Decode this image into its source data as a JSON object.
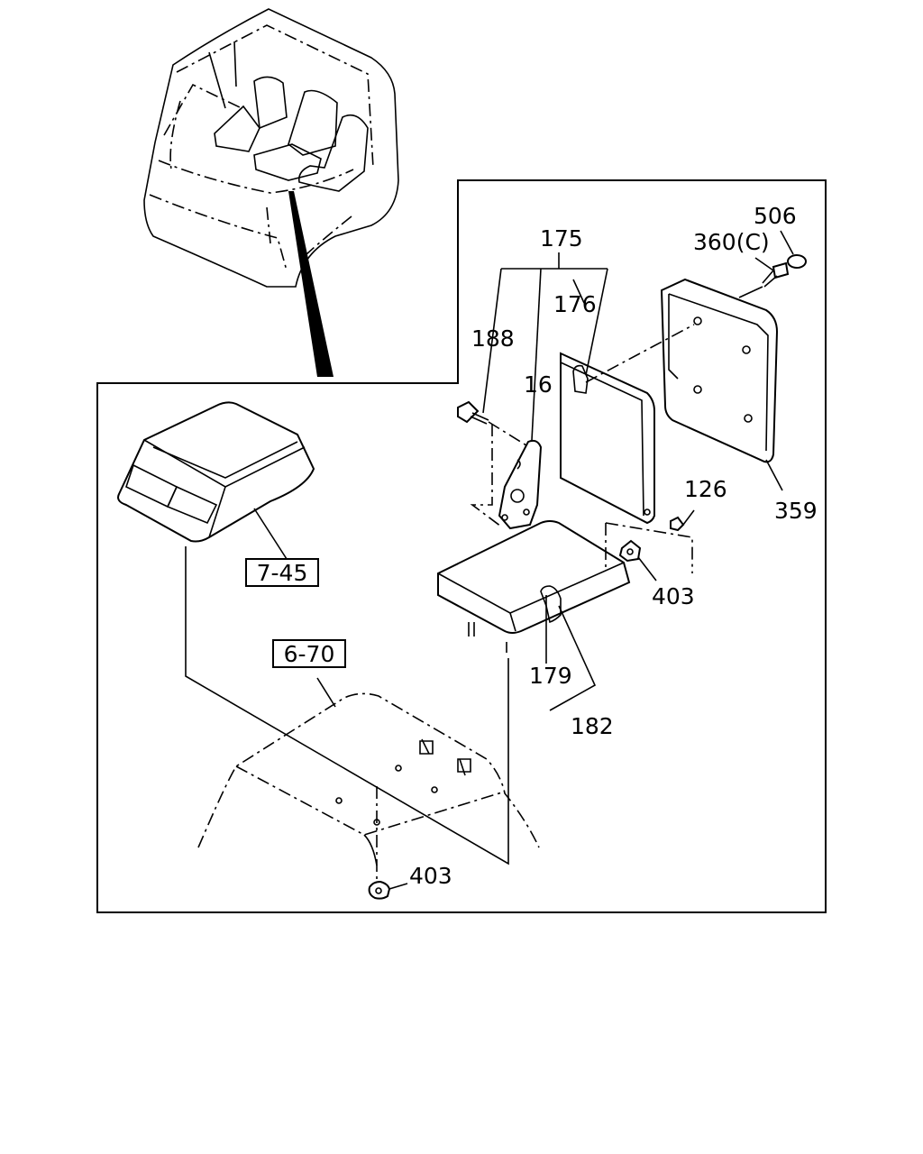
{
  "callouts": {
    "p506": "506",
    "p360c": "360(C)",
    "p175": "175",
    "p176": "176",
    "p188": "188",
    "p16": "16",
    "p126": "126",
    "p359": "359",
    "p403_upper": "403",
    "p179": "179",
    "p182": "182",
    "p403_lower": "403"
  },
  "references": {
    "r745": "7-45",
    "r670": "6-70"
  }
}
